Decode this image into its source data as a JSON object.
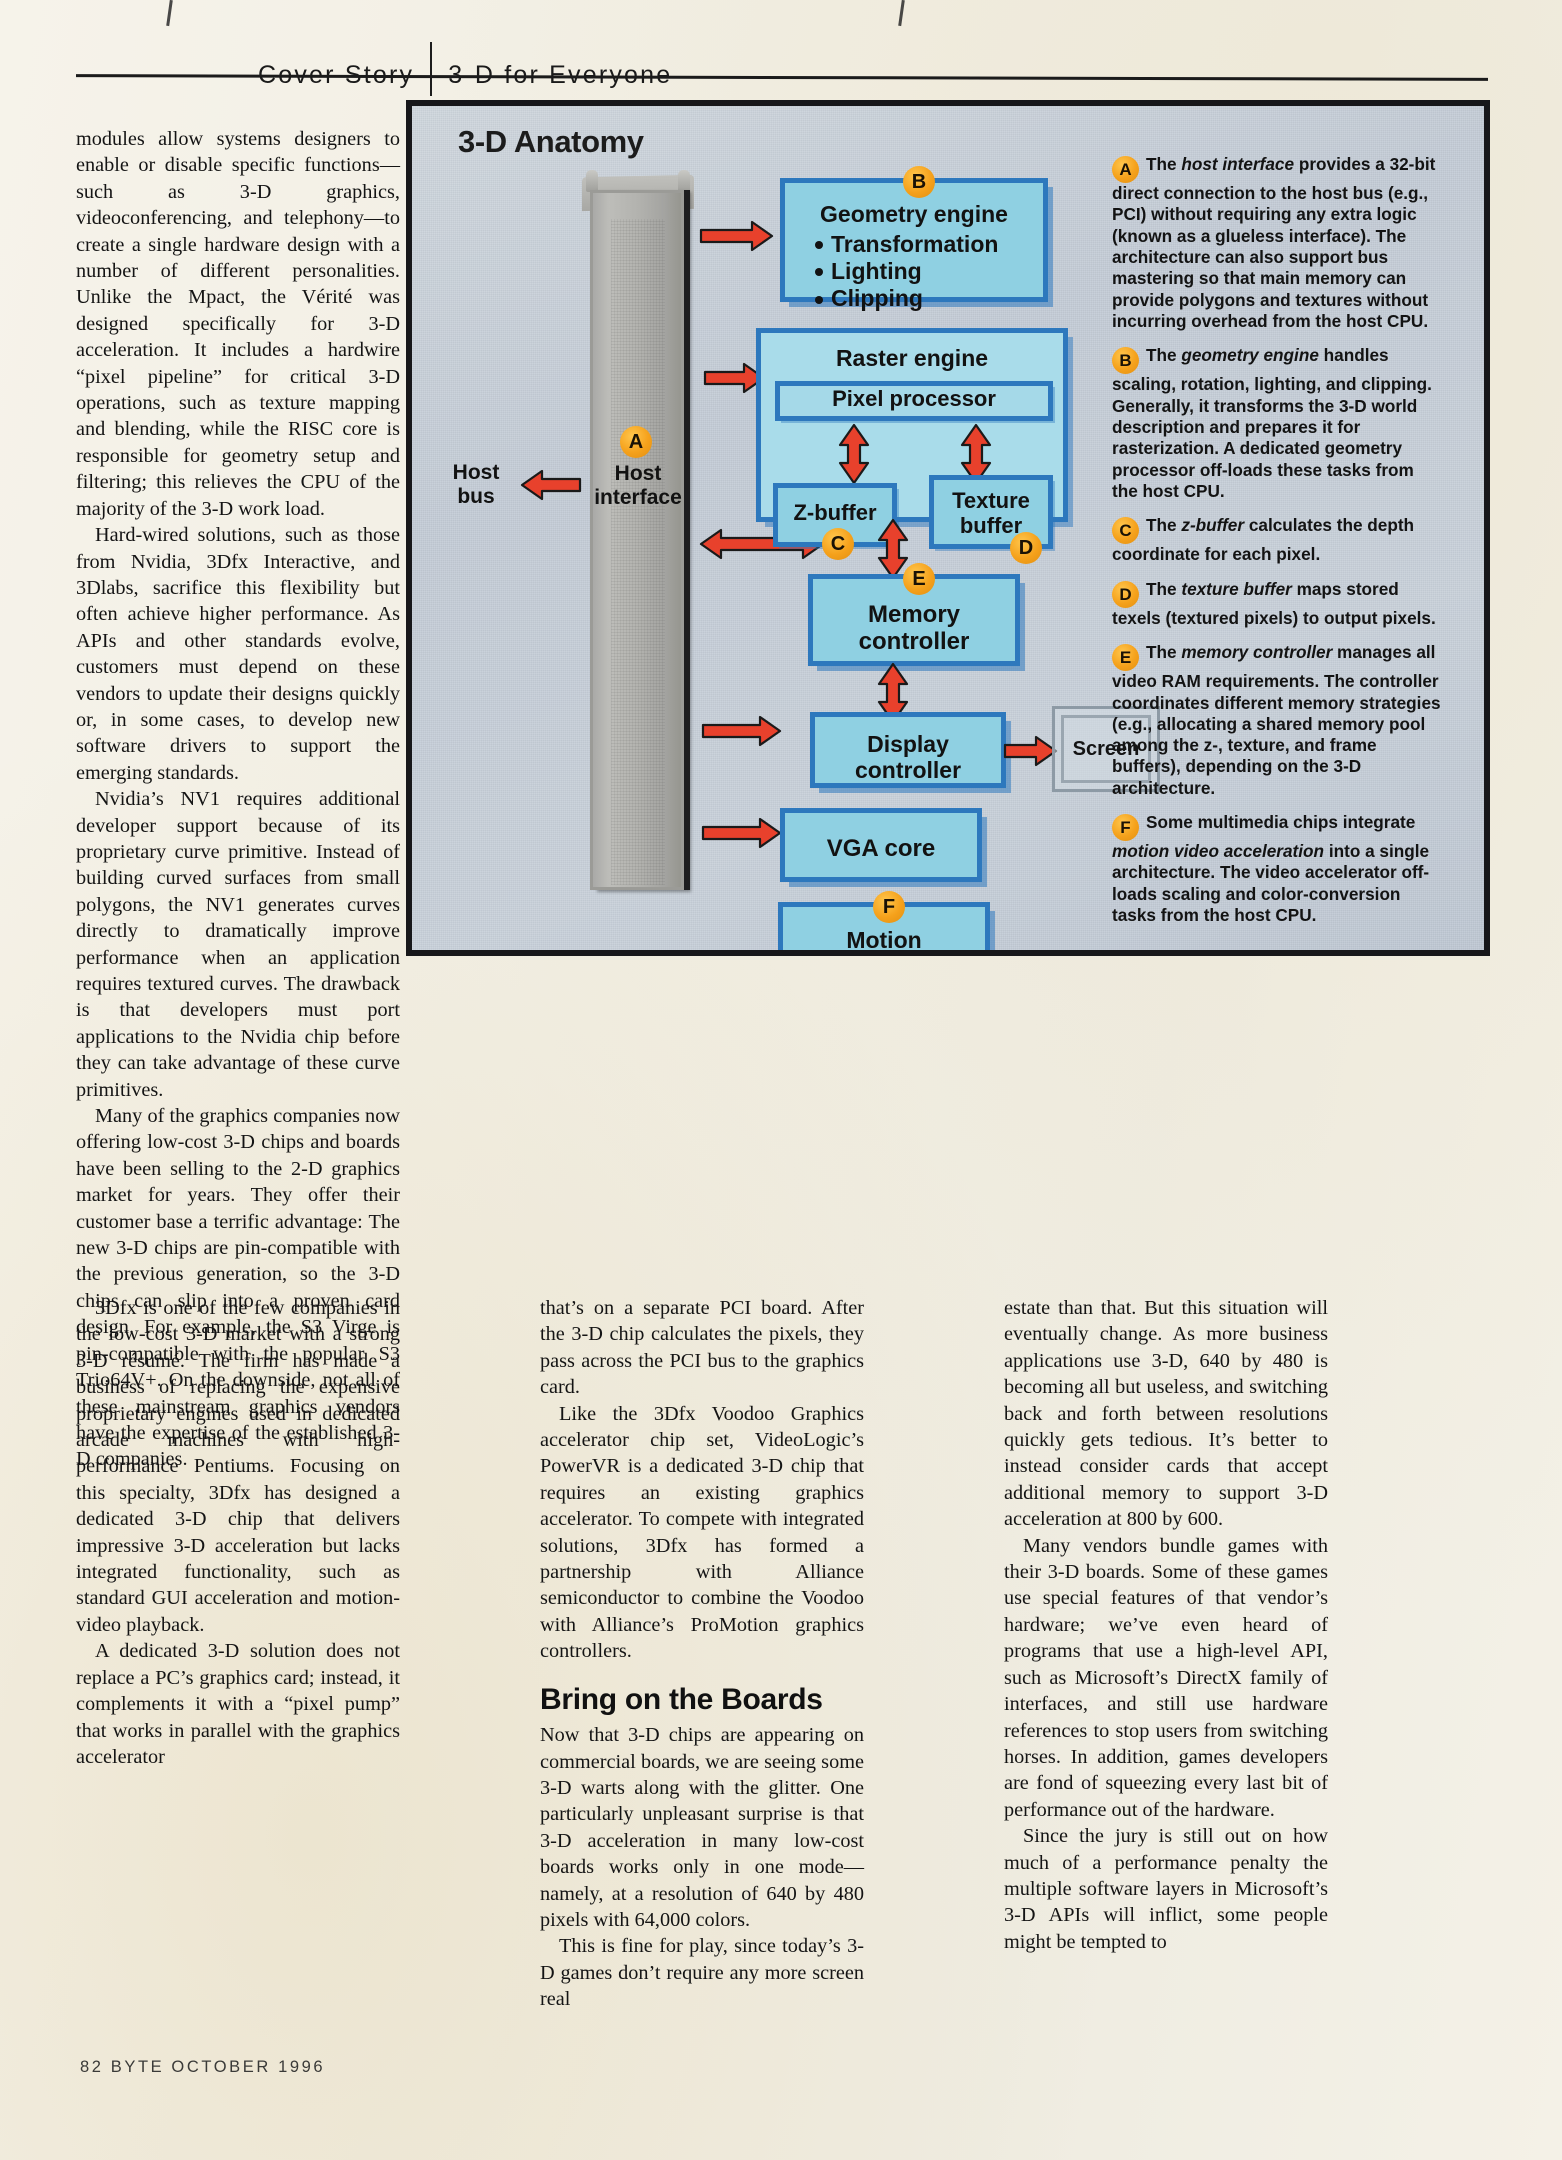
{
  "header": {
    "section": "Cover Story",
    "article": "3-D for Everyone"
  },
  "footer": "82  BYTE  OCTOBER 1996",
  "columns": {
    "col_a": [
      "modules allow systems designers to enable or disable specific functions—such as 3-D graphics, videoconferencing, and telephony—to create a single hardware design with a number of different personalities. Unlike the Mpact, the Vérité was designed specifically for 3-D acceleration. It includes a hardwire “pixel pipeline” for critical 3-D operations, such as texture mapping and blending, while the RISC core is responsible for geometry setup and filtering; this relieves the CPU of the majority of the 3-D work load.",
      "Hard-wired solutions, such as those from Nvidia, 3Dfx Interactive, and 3Dlabs, sacrifice this flexibility but often achieve higher performance. As APIs and other standards evolve, customers must depend on these vendors to update their designs quickly or, in some cases, to develop new software drivers to support the emerging standards.",
      "Nvidia’s NV1 requires additional developer support because of its proprietary curve primitive. Instead of building curved surfaces from small polygons, the NV1 generates curves directly to dramatically improve performance when an application requires textured curves. The drawback is that developers must port applications to the Nvidia chip before they can take advantage of these curve primitives.",
      "Many of the graphics companies now offering low-cost 3-D chips and boards have been selling to the 2-D graphics market for years. They offer their customer base a terrific advantage: The new 3-D chips are pin-compatible with the previous generation, so the 3-D chips can slip into a proven card design. For example, the S3 Virge is pin-compatible with the popular S3 Trio64V+. On the downside, not all of these mainstream graphics vendors have the expertise of the established 3-D companies."
    ],
    "col_b": [
      "3Dfx is one of the few companies in the low-cost 3-D market with a strong 3-D résumé. The firm has made a business of replacing the expensive proprietary engines used in dedicated arcade machines with high-performance Pentiums. Focusing on this specialty, 3Dfx has designed a dedicated 3-D chip that delivers impressive 3-D acceleration but lacks integrated functionality, such as standard GUI acceleration and motion-video playback.",
      "A dedicated 3-D solution does not replace a PC’s graphics card; instead, it complements it with a “pixel pump” that works in parallel with the graphics accelerator"
    ],
    "col_c_top": [
      "that’s on a separate PCI board. After the 3-D chip calculates the pixels, they pass across the PCI bus to the graphics card.",
      "Like the 3Dfx Voodoo Graphics accelerator chip set, VideoLogic’s PowerVR is a dedicated 3-D chip that requires an existing graphics accelerator. To compete with integrated solutions, 3Dfx has formed a partnership with Alliance semiconductor to combine the Voodoo with Alliance’s ProMotion graphics controllers."
    ],
    "col_c_heading": "Bring on the Boards",
    "col_c_bottom": [
      "Now that 3-D chips are appearing on commercial boards, we are seeing some 3-D warts along with the glitter. One particularly unpleasant surprise is that 3-D acceleration in many low-cost boards works only in one mode—namely, at a resolution of 640 by 480 pixels with 64,000 colors.",
      "This is fine for play, since today’s 3-D games don’t require any more screen real"
    ],
    "col_d": [
      "estate than that. But this situation will eventually change. As more business applications use 3-D, 640 by 480 is becoming all but useless, and switching back and forth between resolutions quickly gets tedious. It’s better to instead consider cards that accept additional memory to support 3-D acceleration at 800 by 600.",
      "Many vendors bundle games with their 3-D boards. Some of these games use special features of that vendor’s hardware; we’ve even heard of programs that use a high-level API, such as Microsoft’s DirectX family of interfaces, and still use hardware references to stop users from switching horses. In addition, games developers are fond of squeezing every last bit of performance out of the hardware.",
      "Since the jury is still out on how much of a performance penalty the multiple software layers in Microsoft’s 3-D APIs will inflict, some people might be tempted to"
    ]
  },
  "figure": {
    "title": "3-D Anatomy",
    "host_bus_label": "Host\nbus",
    "host_interface_label": "Host\ninterface",
    "host_interface_badge": "A",
    "blocks": {
      "geometry": {
        "badge": "B",
        "title": "Geometry engine",
        "items": [
          "Transformation",
          "Lighting",
          "Clipping"
        ]
      },
      "raster": {
        "title": "Raster engine"
      },
      "pixel_processor": {
        "title": "Pixel processor"
      },
      "zbuffer": {
        "badge": "C",
        "title": "Z-buffer"
      },
      "texture_buffer": {
        "badge": "D",
        "title": "Texture\nbuffer"
      },
      "memory_controller": {
        "badge": "E",
        "title": "Memory\ncontroller"
      },
      "display_controller": {
        "title": "Display\ncontroller"
      },
      "screen": {
        "title": "Screen"
      },
      "vga_core": {
        "title": "VGA core"
      },
      "motion_video": {
        "badge": "F",
        "title": "Motion\nvideo\naccelerator"
      }
    },
    "legend": [
      {
        "key": "A",
        "html": "The <i>host interface</i> provides a 32-bit direct connection to the host bus (e.g., PCI) without requiring any extra logic (known as a glueless interface). The architecture can also support bus mastering so that main memory can provide polygons and textures without incurring overhead from the host CPU."
      },
      {
        "key": "B",
        "html": "The <i>geometry engine</i> handles scaling, rotation, lighting, and clipping. Generally, it transforms the 3-D world description and prepares it for rasterization. A dedicated geometry processor off-loads these tasks from the host CPU."
      },
      {
        "key": "C",
        "html": "The <i>z-buffer</i> calculates the depth coordinate for each pixel."
      },
      {
        "key": "D",
        "html": "The <i>texture buffer</i> maps stored texels (textured pixels) to output pixels."
      },
      {
        "key": "E",
        "html": "The <i>memory controller</i> manages all video RAM requirements. The controller coordinates different memory strategies (e.g., allocating a shared memory pool among the z-, texture, and frame buffers), depending on the 3-D architecture."
      },
      {
        "key": "F",
        "html": "Some multimedia chips integrate <i>motion video acceleration</i> into a single architecture. The video accelerator off-loads scaling and color-conversion tasks from the host CPU."
      }
    ]
  },
  "colors": {
    "block_fill": "#8fd0e2",
    "block_border": "#2d78bd",
    "badge": "#f5a11b",
    "arrow": "#e8412c",
    "panel_bg": "#c7cfd9",
    "frame": "#17171a"
  }
}
